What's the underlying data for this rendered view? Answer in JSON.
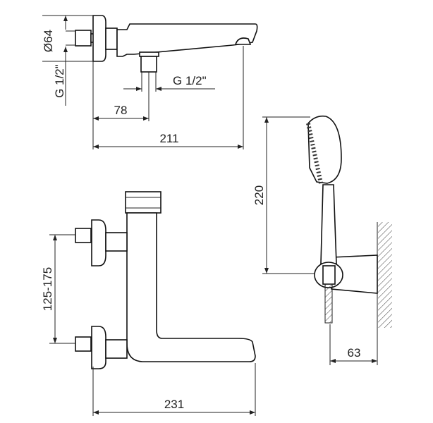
{
  "dimensions": {
    "diameter_plate": "Ø64",
    "thread_wall": "G 1/2\"",
    "thread_outlet": "G 1/2\"",
    "outlet_offset": "78",
    "spout_length_top": "211",
    "center_distance": "125-175",
    "spout_length_front": "231",
    "shower_height": "220",
    "holder_projection": "63"
  }
}
